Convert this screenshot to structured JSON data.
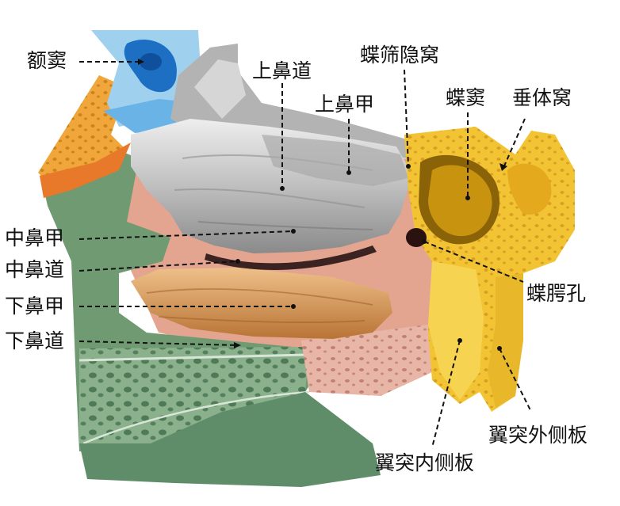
{
  "labels": {
    "frontal_sinus": "额窦",
    "superior_meatus": "上鼻道",
    "sphenoethmoidal_recess": "蝶筛隐窝",
    "superior_concha": "上鼻甲",
    "sphenoid_sinus": "蝶窦",
    "hypophyseal_fossa": "垂体窝",
    "middle_concha": "中鼻甲",
    "middle_meatus": "中鼻道",
    "inferior_concha": "下鼻甲",
    "inferior_meatus": "下鼻道",
    "sphenopalatine_foramen": "蝶腭孔",
    "lateral_pterygoid_plate": "翼突外侧板",
    "medial_pterygoid_plate": "翼突内侧板"
  },
  "colors": {
    "bone_yellow": "#f2c433",
    "sinus_blue": "#1d6fc4",
    "mucosa_green": "#6f9a72",
    "concha_gray": "#c9c9c9",
    "inferior_concha_tan": "#d79a55",
    "bone_orange": "#e8782a",
    "mucosa_pink": "#e3a590"
  }
}
